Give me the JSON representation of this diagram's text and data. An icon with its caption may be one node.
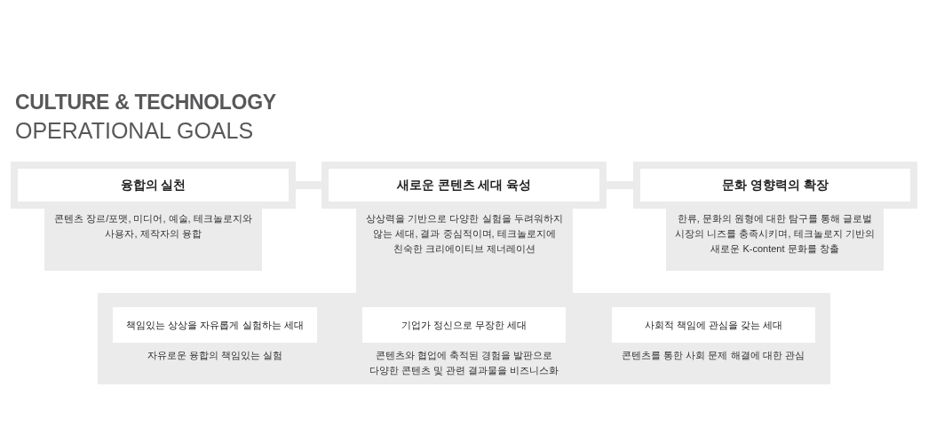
{
  "diagram": {
    "title": "**CULTURE & TECHNOLOGY** OPERATIONAL GOALS",
    "nodes": [
      {
        "text": [
          "융합의 실천"
        ]
      },
      {
        "text": [
          "콘텐츠 장르/포맷, 미디어, 예술, 테크놀로지와 사용자, 제작자의 융합"
        ]
      },
      {
        "text": [
          "새로운 콘텐츠 세대 육성"
        ]
      },
      {
        "text": [
          "상상력을 기반으로 다양한 실험을 두려워하지 않는 세대, 결과 중심적이며, 테크놀로지에 친숙한 크리에이티브 제너레이션"
        ]
      },
      {
        "text": [
          "문화 영향력의 확장"
        ]
      },
      {
        "text": [
          "한류, 문화의 원형에 대한 탐구를 통해 글로벌 시장의 니즈를 충족시키며, 테크놀로지 기반의 새로운 K-content 문화를 창출"
        ]
      },
      {
        "text": [],
        "shape": "box"
      },
      {
        "text": [
          "책임있는 상상을 자유롭게 실험하는 세대"
        ],
        "in": 6,
        "beside": [
          "자유로운 융합의 책임있는 실험"
        ]
      },
      {
        "text": [
          "기업가 정신으로 무장한 세대"
        ],
        "in": 6,
        "beside": [
          "콘텐츠와 협업에 축적된 경험을 발판으로 다양한 콘텐츠 및 관련 결과물을 비즈니스화"
        ]
      },
      {
        "text": [
          "사회적 책임에 관심을 갖는 세대"
        ],
        "in": 6,
        "beside": [
          "콘텐츠를 통한 사회 문제 해결에 대한 관심"
        ]
      }
    ],
    "edges": [
      {
        "from": 0,
        "to": 2,
        "arrow": "none"
      },
      {
        "from": 2,
        "to": 4,
        "arrow": "none"
      }
    ]
  }
}
